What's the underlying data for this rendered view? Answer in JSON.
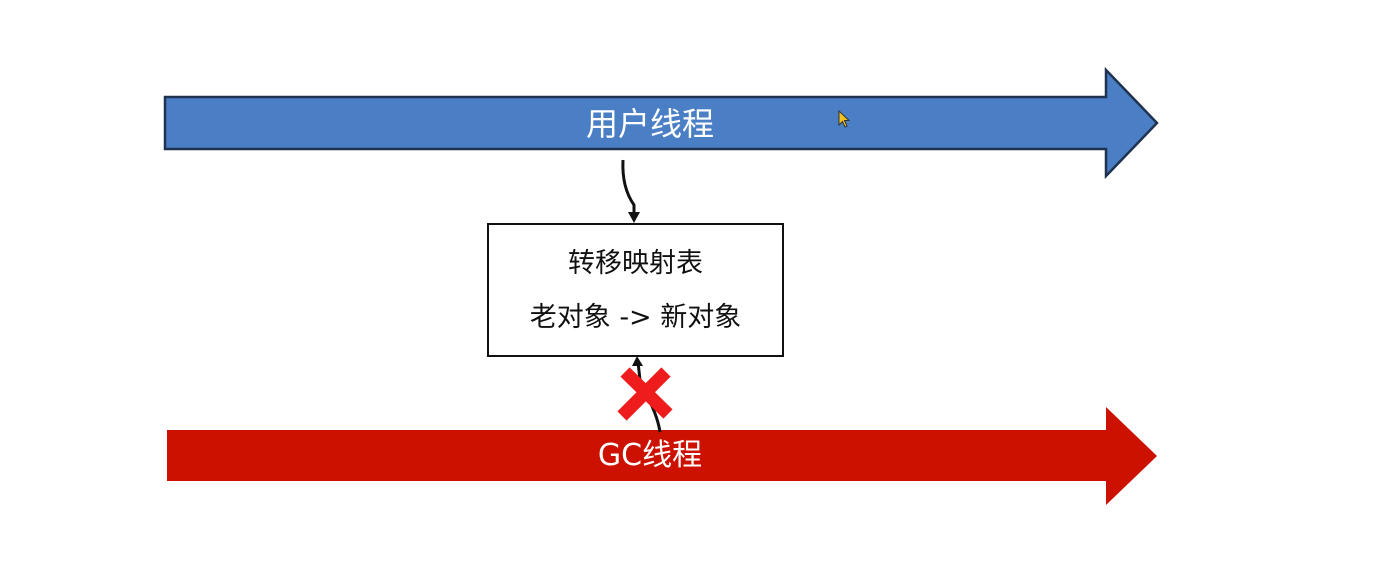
{
  "diagram": {
    "user_thread": {
      "label": "用户线程",
      "color": "#4a7fc6",
      "outline": "#1f3350"
    },
    "gc_thread": {
      "label": "GC线程",
      "color": "#cc1100"
    },
    "mapping_table": {
      "title": "转移映射表",
      "mapping": "老对象 -> 新对象"
    },
    "blocked_marker": {
      "icon": "cross-icon",
      "color": "#ee1c1c"
    },
    "cursor": {
      "icon": "mouse-pointer-icon"
    }
  }
}
